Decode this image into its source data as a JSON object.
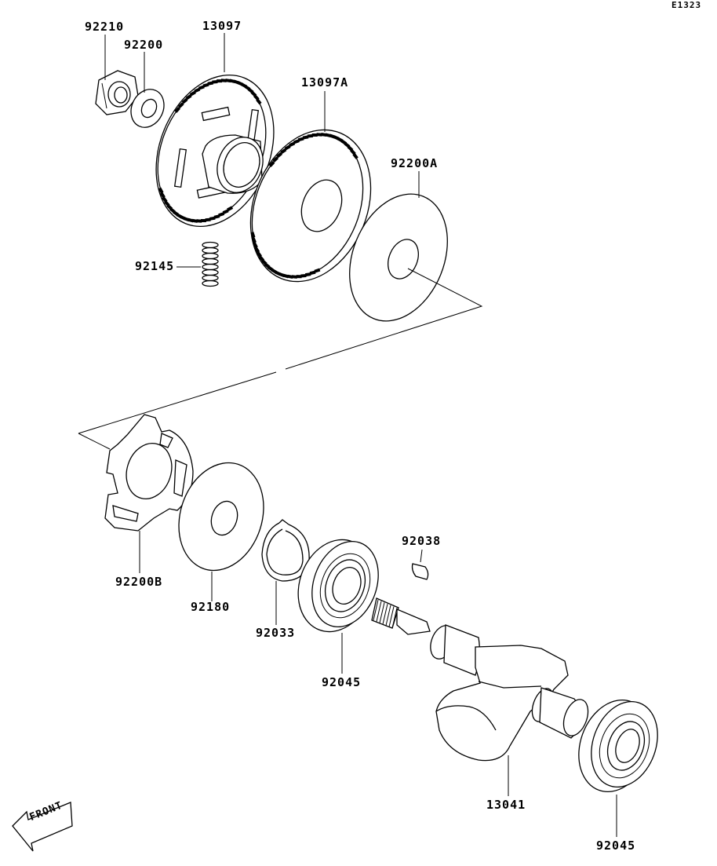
{
  "diagram_code": "E1323",
  "direction_marker": "FRONT",
  "parts": {
    "p92210": "92210",
    "p92200": "92200",
    "p13097": "13097",
    "p13097A": "13097A",
    "p92200A": "92200A",
    "p92145": "92145",
    "p92200B": "92200B",
    "p92180": "92180",
    "p92033": "92033",
    "p92045_front": "92045",
    "p92038": "92038",
    "p13041": "13041",
    "p92045_rear": "92045"
  }
}
